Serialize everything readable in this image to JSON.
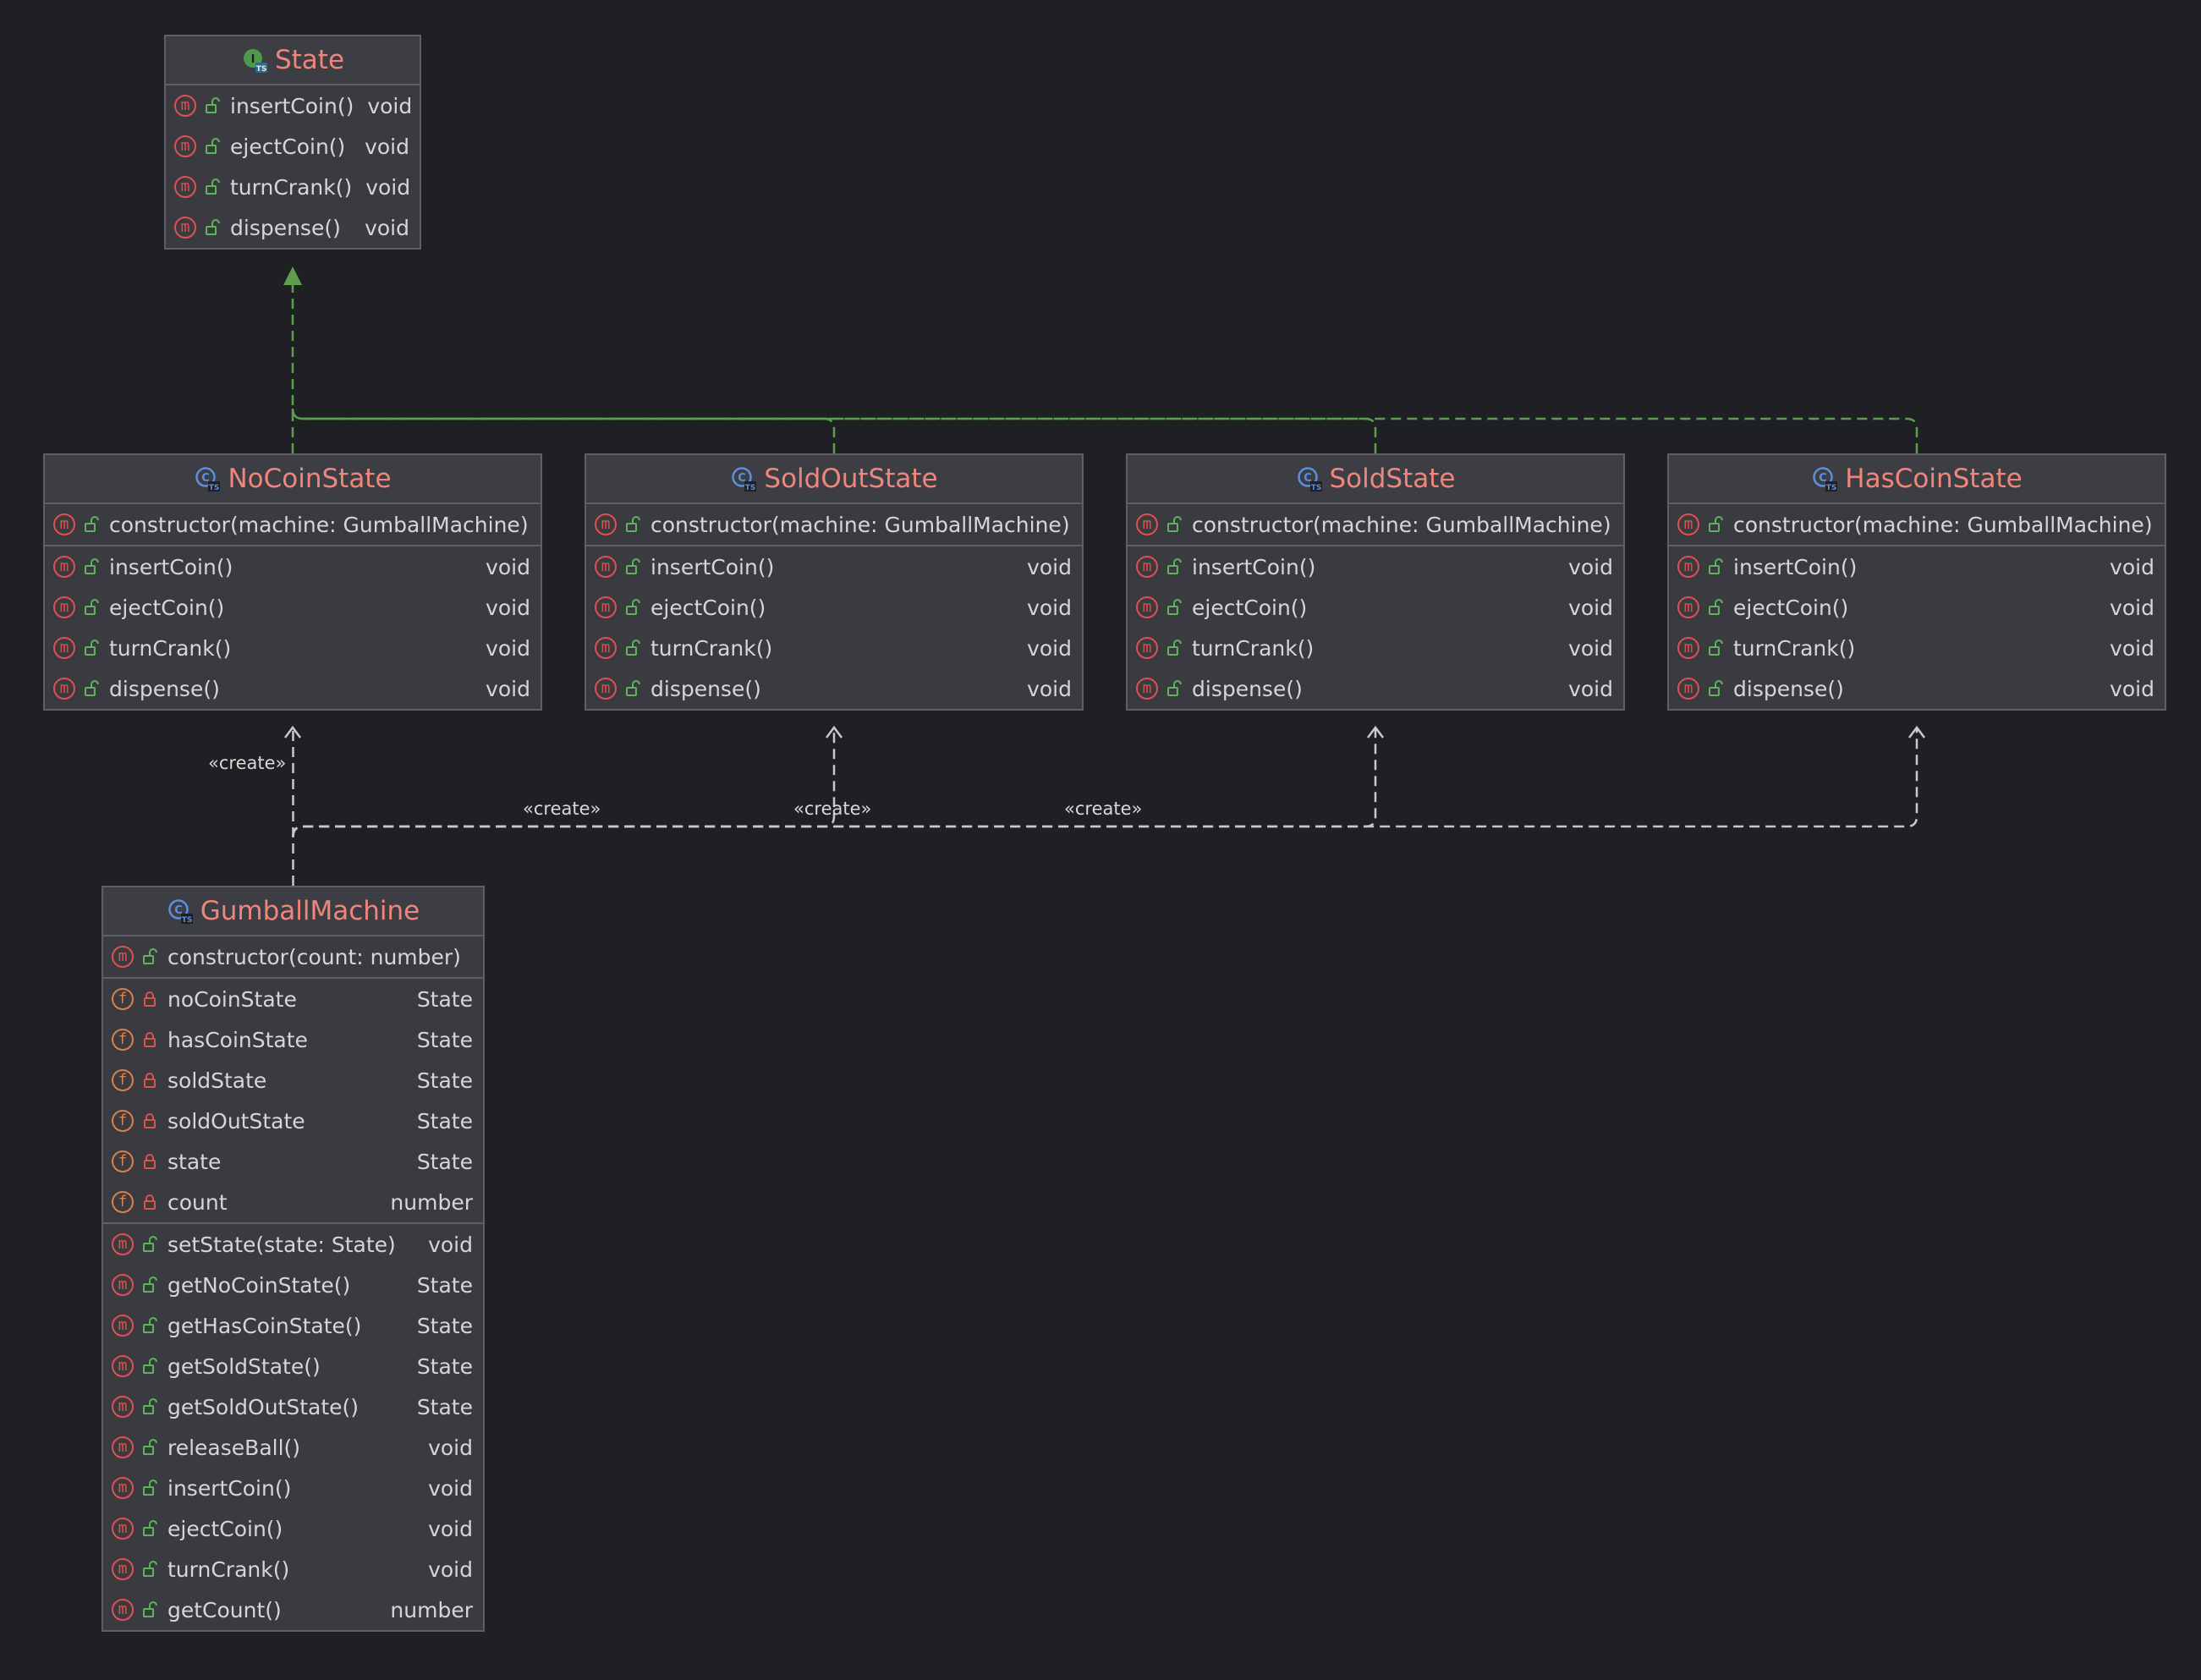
{
  "diagram": {
    "nodes": [
      {
        "id": "State",
        "name": "State",
        "kind": "interface",
        "sections": [
          [
            {
              "kind": "method",
              "vis": "public",
              "name": "insertCoin()",
              "type": "void"
            },
            {
              "kind": "method",
              "vis": "public",
              "name": "ejectCoin()",
              "type": "void"
            },
            {
              "kind": "method",
              "vis": "public",
              "name": "turnCrank()",
              "type": "void"
            },
            {
              "kind": "method",
              "vis": "public",
              "name": "dispense()",
              "type": "void"
            }
          ]
        ]
      },
      {
        "id": "NoCoinState",
        "name": "NoCoinState",
        "kind": "class",
        "sections": [
          [
            {
              "kind": "method",
              "vis": "public",
              "name": "constructor(machine: GumballMachine)",
              "type": ""
            }
          ],
          [
            {
              "kind": "method",
              "vis": "public",
              "name": "insertCoin()",
              "type": "void"
            },
            {
              "kind": "method",
              "vis": "public",
              "name": "ejectCoin()",
              "type": "void"
            },
            {
              "kind": "method",
              "vis": "public",
              "name": "turnCrank()",
              "type": "void"
            },
            {
              "kind": "method",
              "vis": "public",
              "name": "dispense()",
              "type": "void"
            }
          ]
        ]
      },
      {
        "id": "SoldOutState",
        "name": "SoldOutState",
        "kind": "class",
        "sections": [
          [
            {
              "kind": "method",
              "vis": "public",
              "name": "constructor(machine: GumballMachine)",
              "type": ""
            }
          ],
          [
            {
              "kind": "method",
              "vis": "public",
              "name": "insertCoin()",
              "type": "void"
            },
            {
              "kind": "method",
              "vis": "public",
              "name": "ejectCoin()",
              "type": "void"
            },
            {
              "kind": "method",
              "vis": "public",
              "name": "turnCrank()",
              "type": "void"
            },
            {
              "kind": "method",
              "vis": "public",
              "name": "dispense()",
              "type": "void"
            }
          ]
        ]
      },
      {
        "id": "SoldState",
        "name": "SoldState",
        "kind": "class",
        "sections": [
          [
            {
              "kind": "method",
              "vis": "public",
              "name": "constructor(machine: GumballMachine)",
              "type": ""
            }
          ],
          [
            {
              "kind": "method",
              "vis": "public",
              "name": "insertCoin()",
              "type": "void"
            },
            {
              "kind": "method",
              "vis": "public",
              "name": "ejectCoin()",
              "type": "void"
            },
            {
              "kind": "method",
              "vis": "public",
              "name": "turnCrank()",
              "type": "void"
            },
            {
              "kind": "method",
              "vis": "public",
              "name": "dispense()",
              "type": "void"
            }
          ]
        ]
      },
      {
        "id": "HasCoinState",
        "name": "HasCoinState",
        "kind": "class",
        "sections": [
          [
            {
              "kind": "method",
              "vis": "public",
              "name": "constructor(machine: GumballMachine)",
              "type": ""
            }
          ],
          [
            {
              "kind": "method",
              "vis": "public",
              "name": "insertCoin()",
              "type": "void"
            },
            {
              "kind": "method",
              "vis": "public",
              "name": "ejectCoin()",
              "type": "void"
            },
            {
              "kind": "method",
              "vis": "public",
              "name": "turnCrank()",
              "type": "void"
            },
            {
              "kind": "method",
              "vis": "public",
              "name": "dispense()",
              "type": "void"
            }
          ]
        ]
      },
      {
        "id": "GumballMachine",
        "name": "GumballMachine",
        "kind": "class",
        "sections": [
          [
            {
              "kind": "method",
              "vis": "public",
              "name": "constructor(count: number)",
              "type": ""
            }
          ],
          [
            {
              "kind": "field",
              "vis": "private",
              "name": "noCoinState",
              "type": "State"
            },
            {
              "kind": "field",
              "vis": "private",
              "name": "hasCoinState",
              "type": "State"
            },
            {
              "kind": "field",
              "vis": "private",
              "name": "soldState",
              "type": "State"
            },
            {
              "kind": "field",
              "vis": "private",
              "name": "soldOutState",
              "type": "State"
            },
            {
              "kind": "field",
              "vis": "private",
              "name": "state",
              "type": "State"
            },
            {
              "kind": "field",
              "vis": "private",
              "name": "count",
              "type": "number"
            }
          ],
          [
            {
              "kind": "method",
              "vis": "public",
              "name": "setState(state: State)",
              "type": "void"
            },
            {
              "kind": "method",
              "vis": "public",
              "name": "getNoCoinState()",
              "type": "State"
            },
            {
              "kind": "method",
              "vis": "public",
              "name": "getHasCoinState()",
              "type": "State"
            },
            {
              "kind": "method",
              "vis": "public",
              "name": "getSoldState()",
              "type": "State"
            },
            {
              "kind": "method",
              "vis": "public",
              "name": "getSoldOutState()",
              "type": "State"
            },
            {
              "kind": "method",
              "vis": "public",
              "name": "releaseBall()",
              "type": "void"
            },
            {
              "kind": "method",
              "vis": "public",
              "name": "insertCoin()",
              "type": "void"
            },
            {
              "kind": "method",
              "vis": "public",
              "name": "ejectCoin()",
              "type": "void"
            },
            {
              "kind": "method",
              "vis": "public",
              "name": "turnCrank()",
              "type": "void"
            },
            {
              "kind": "method",
              "vis": "public",
              "name": "getCount()",
              "type": "number"
            }
          ]
        ]
      }
    ],
    "edges": [
      {
        "from": "NoCoinState",
        "to": "State",
        "type": "implements"
      },
      {
        "from": "SoldOutState",
        "to": "State",
        "type": "implements"
      },
      {
        "from": "SoldState",
        "to": "State",
        "type": "implements"
      },
      {
        "from": "HasCoinState",
        "to": "State",
        "type": "implements"
      },
      {
        "from": "GumballMachine",
        "to": "NoCoinState",
        "type": "create",
        "label": "«create»"
      },
      {
        "from": "GumballMachine",
        "to": "SoldOutState",
        "type": "create",
        "label": "«create»"
      },
      {
        "from": "GumballMachine",
        "to": "SoldState",
        "type": "create",
        "label": "«create»"
      },
      {
        "from": "GumballMachine",
        "to": "HasCoinState",
        "type": "create",
        "label": "«create»"
      }
    ]
  },
  "colors": {
    "background": "#1f2023",
    "class_name": "#f0857c",
    "implements_edge": "#5c9e4e",
    "create_edge": "#c9c9c9",
    "method_badge": "#e0504f",
    "field_badge": "#d9804a",
    "public_icon": "#5fb35a",
    "private_icon": "#e0504f"
  }
}
